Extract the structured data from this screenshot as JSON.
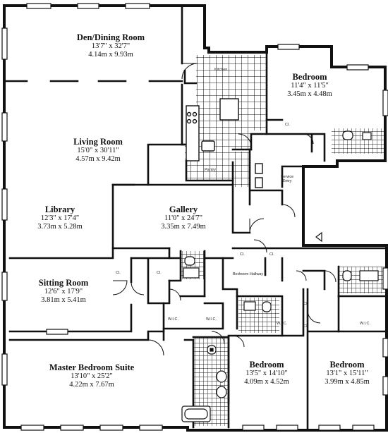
{
  "floor_plan": {
    "rooms": [
      {
        "id": "den",
        "name": "Den/Dining Room",
        "dim_ft": "13'7\" x 32'7\"",
        "dim_m": "4.14m x 9.93m"
      },
      {
        "id": "bed_ne",
        "name": "Bedroom",
        "dim_ft": "11'4\" x 11'5\"",
        "dim_m": "3.45m x 4.48m"
      },
      {
        "id": "living",
        "name": "Living Room",
        "dim_ft": "15'0\" x 30'11\"",
        "dim_m": "4.57m x 9.42m"
      },
      {
        "id": "library",
        "name": "Library",
        "dim_ft": "12'3\" x 17'4\"",
        "dim_m": "3.73m x 5.28m"
      },
      {
        "id": "gallery",
        "name": "Gallery",
        "dim_ft": "11'0\" x 24'7\"",
        "dim_m": "3.35m x 7.49m"
      },
      {
        "id": "sitting",
        "name": "Sitting Room",
        "dim_ft": "12'6\" x 17'9\"",
        "dim_m": "3.81m x 5.41m"
      },
      {
        "id": "master",
        "name": "Master Bedroom Suite",
        "dim_ft": "13'10\" x 25'2\"",
        "dim_m": "4.22m x 7.67m"
      },
      {
        "id": "bed_s1",
        "name": "Bedroom",
        "dim_ft": "13'5\" x 14'10\"",
        "dim_m": "4.09m x 4.52m"
      },
      {
        "id": "bed_s2",
        "name": "Bedroom",
        "dim_ft": "13'1\" x 15'11\"",
        "dim_m": "3.99m x 4.85m"
      }
    ],
    "small_labels": {
      "kitchen": "Kitchen",
      "pantry": "Pantry",
      "service_entry": "Service Entry",
      "hallway": "Bedroom Hallway",
      "closet": "Cl.",
      "walk_in": "W.I.C."
    }
  }
}
